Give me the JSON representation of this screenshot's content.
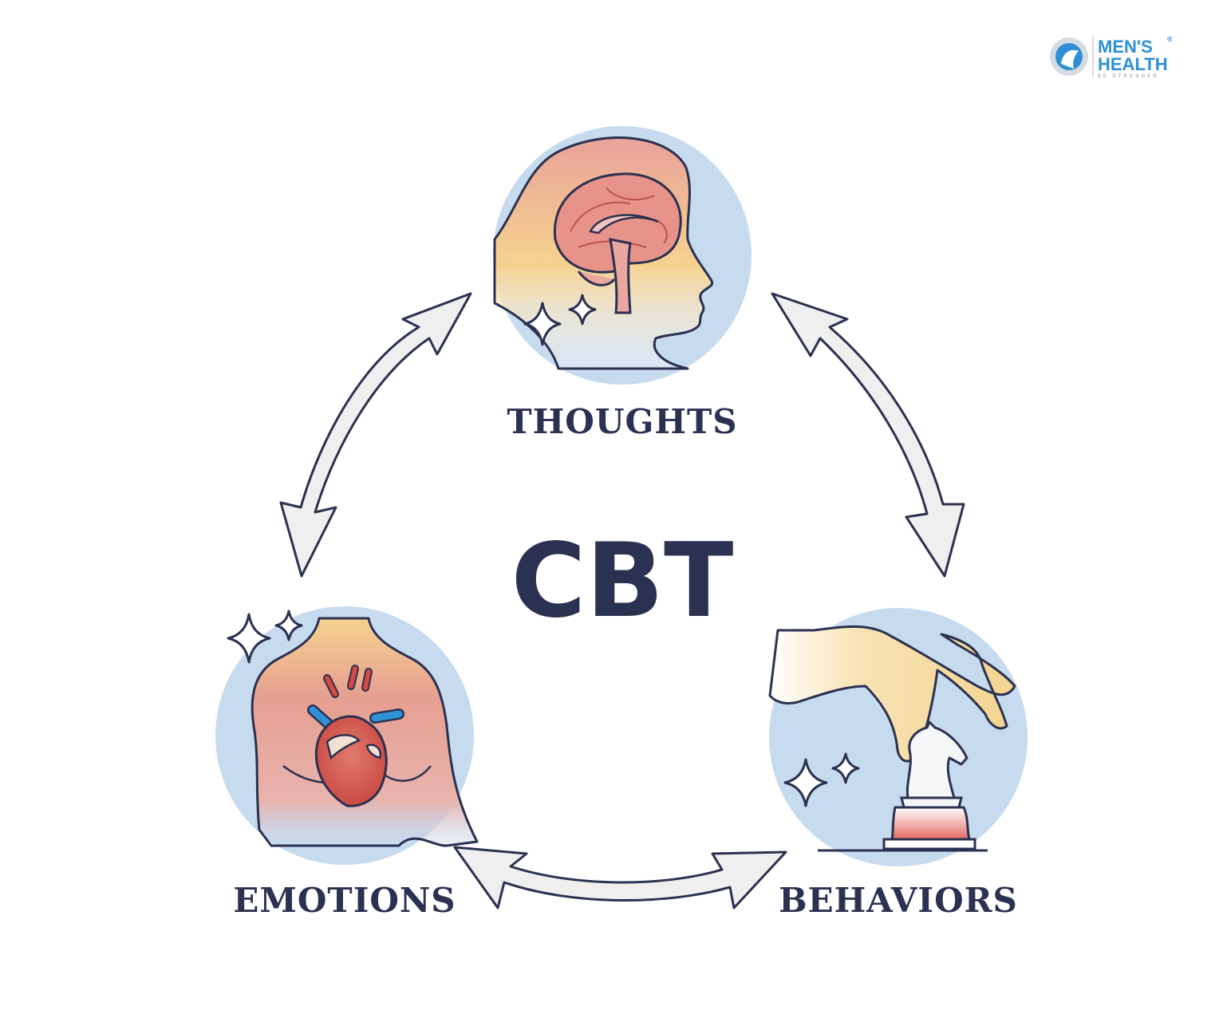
{
  "center_title": "CBT",
  "nodes": {
    "thoughts": "THOUGHTS",
    "emotions": "EMOTIONS",
    "behaviors": "BEHAVIORS"
  },
  "logo": {
    "line1": "MEN'S",
    "line2": "HEALTH",
    "tagline": "BE STRONGER",
    "mark": "®"
  },
  "colors": {
    "ink": "#2b3150",
    "circle_bg": "#c7dbef",
    "skin_warm": "#f6d28f",
    "skin_red": "#e48a80",
    "brain": "#e7938a",
    "arrow_fill": "#efefef",
    "logo_blue": "#2e8fd6"
  }
}
